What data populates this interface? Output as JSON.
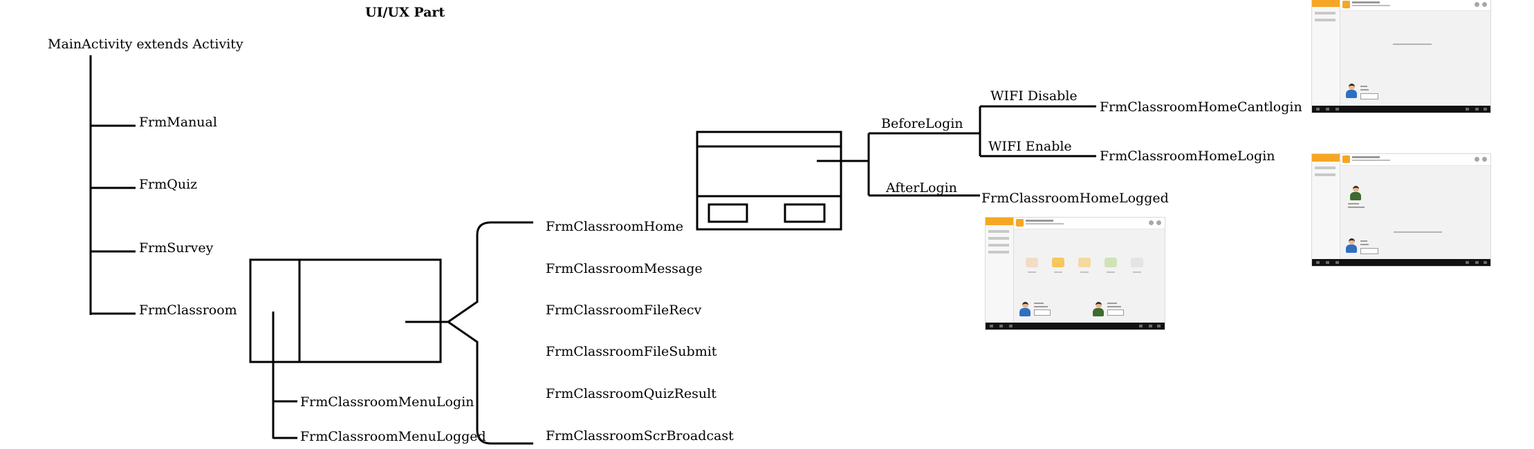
{
  "title": "UI/UX Part",
  "root": "MainActivity extends Activity",
  "main_children": [
    "FrmManual",
    "FrmQuiz",
    "FrmSurvey",
    "FrmClassroom"
  ],
  "classroom_menu": [
    "FrmClassroomMenuLogin",
    "FrmClassroomMenuLogged"
  ],
  "classroom_fragments": [
    "FrmClassroomHome",
    "FrmClassroomMessage",
    "FrmClassroomFileRecv",
    "FrmClassroomFileSubmit",
    "FrmClassroomQuizResult",
    "FrmClassroomScrBroadcast"
  ],
  "home_states": {
    "before_login": "BeforeLogin",
    "after_login": "AfterLogin",
    "wifi_disable": "WIFI Disable",
    "wifi_enable": "WIFI Enable",
    "cantlogin": "FrmClassroomHomeCantlogin",
    "login": "FrmClassroomHomeLogin",
    "logged": "FrmClassroomHomeLogged"
  },
  "colors": {
    "line": "#000000",
    "accent": "#f6a623"
  }
}
